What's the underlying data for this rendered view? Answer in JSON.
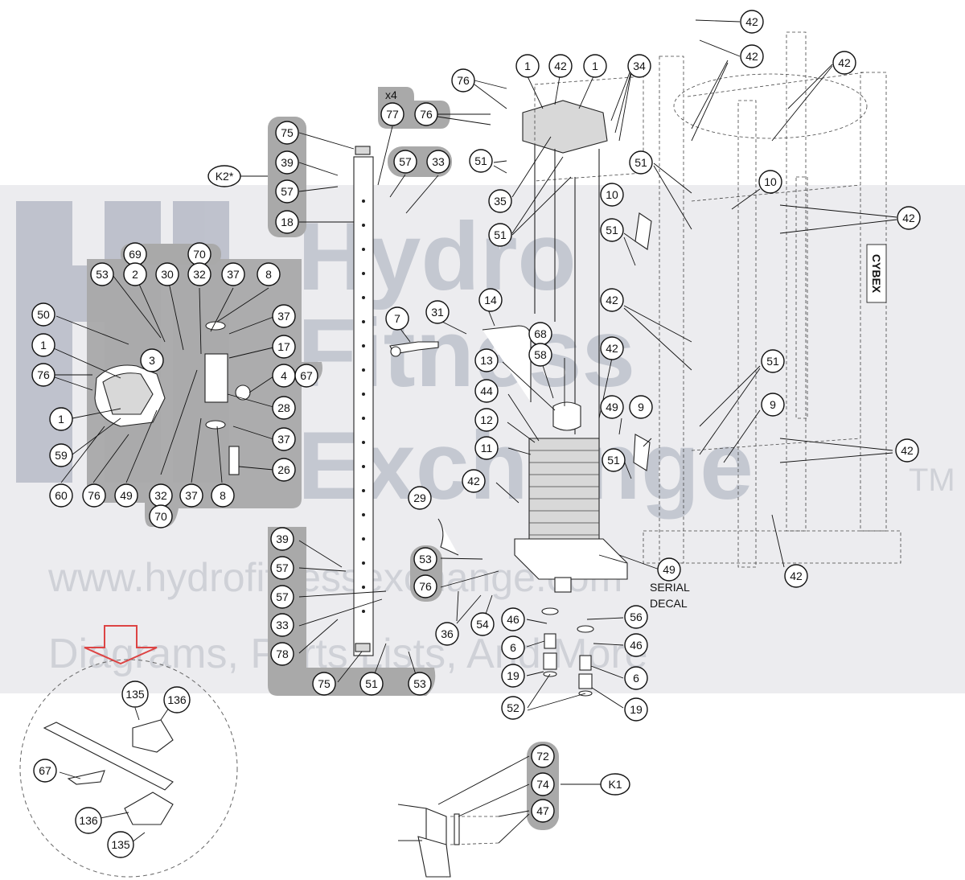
{
  "watermark": {
    "brand_line1": "Hydro",
    "brand_line2": "Fitness",
    "brand_line3": "Exchange",
    "trademark": "TM",
    "url": "www.hydrofitnessexchange.com",
    "tagline": "Diagrams, Parts Lists, And More"
  },
  "frame_logo": "CYBEX",
  "labels": {
    "serial_decal_line1": "SERIAL",
    "serial_decal_line2": "DECAL",
    "x4": "x4",
    "k2": "K2*",
    "k1": "K1"
  },
  "callouts": [
    {
      "id": "c1",
      "n": "42"
    },
    {
      "id": "c2",
      "n": "42"
    },
    {
      "id": "c3",
      "n": "42"
    },
    {
      "id": "c4",
      "n": "1"
    },
    {
      "id": "c5",
      "n": "42"
    },
    {
      "id": "c6",
      "n": "1"
    },
    {
      "id": "c7",
      "n": "34"
    },
    {
      "id": "c8",
      "n": "76"
    },
    {
      "id": "c9",
      "n": "77"
    },
    {
      "id": "c10",
      "n": "76"
    },
    {
      "id": "c11",
      "n": "75"
    },
    {
      "id": "c12",
      "n": "39"
    },
    {
      "id": "c13",
      "n": "57"
    },
    {
      "id": "c14",
      "n": "18"
    },
    {
      "id": "c15",
      "n": "57"
    },
    {
      "id": "c16",
      "n": "33"
    },
    {
      "id": "c17",
      "n": "51"
    },
    {
      "id": "c18",
      "n": "35"
    },
    {
      "id": "c19",
      "n": "51"
    },
    {
      "id": "c20",
      "n": "51"
    },
    {
      "id": "c21",
      "n": "10"
    },
    {
      "id": "c22",
      "n": "10"
    },
    {
      "id": "c23",
      "n": "42"
    },
    {
      "id": "c24",
      "n": "51"
    },
    {
      "id": "c25",
      "n": "69"
    },
    {
      "id": "c26",
      "n": "70"
    },
    {
      "id": "c27",
      "n": "53"
    },
    {
      "id": "c28",
      "n": "2"
    },
    {
      "id": "c29",
      "n": "30"
    },
    {
      "id": "c30",
      "n": "32"
    },
    {
      "id": "c31",
      "n": "37"
    },
    {
      "id": "c32",
      "n": "8"
    },
    {
      "id": "c33",
      "n": "50"
    },
    {
      "id": "c34",
      "n": "37"
    },
    {
      "id": "c35",
      "n": "1"
    },
    {
      "id": "c36",
      "n": "3"
    },
    {
      "id": "c37",
      "n": "17"
    },
    {
      "id": "c38",
      "n": "76"
    },
    {
      "id": "c39",
      "n": "4"
    },
    {
      "id": "c40",
      "n": "67"
    },
    {
      "id": "c41",
      "n": "28"
    },
    {
      "id": "c42",
      "n": "1"
    },
    {
      "id": "c43",
      "n": "37"
    },
    {
      "id": "c44",
      "n": "59"
    },
    {
      "id": "c45",
      "n": "26"
    },
    {
      "id": "c46",
      "n": "60"
    },
    {
      "id": "c47",
      "n": "76"
    },
    {
      "id": "c48",
      "n": "49"
    },
    {
      "id": "c49",
      "n": "32"
    },
    {
      "id": "c50",
      "n": "37"
    },
    {
      "id": "c51",
      "n": "8"
    },
    {
      "id": "c52",
      "n": "70"
    },
    {
      "id": "c53",
      "n": "7"
    },
    {
      "id": "c54",
      "n": "31"
    },
    {
      "id": "c55",
      "n": "14"
    },
    {
      "id": "c56",
      "n": "68"
    },
    {
      "id": "c57",
      "n": "58"
    },
    {
      "id": "c58",
      "n": "13"
    },
    {
      "id": "c59",
      "n": "42"
    },
    {
      "id": "c60",
      "n": "42"
    },
    {
      "id": "c61",
      "n": "51"
    },
    {
      "id": "c62",
      "n": "44"
    },
    {
      "id": "c63",
      "n": "49"
    },
    {
      "id": "c64",
      "n": "9"
    },
    {
      "id": "c65",
      "n": "9"
    },
    {
      "id": "c66",
      "n": "12"
    },
    {
      "id": "c67",
      "n": "11"
    },
    {
      "id": "c68",
      "n": "51"
    },
    {
      "id": "c69",
      "n": "42"
    },
    {
      "id": "c70",
      "n": "42"
    },
    {
      "id": "c71",
      "n": "29"
    },
    {
      "id": "c72",
      "n": "39"
    },
    {
      "id": "c73",
      "n": "57"
    },
    {
      "id": "c74",
      "n": "57"
    },
    {
      "id": "c75",
      "n": "33"
    },
    {
      "id": "c76",
      "n": "78"
    },
    {
      "id": "c77",
      "n": "75"
    },
    {
      "id": "c78",
      "n": "51"
    },
    {
      "id": "c79",
      "n": "53"
    },
    {
      "id": "c80",
      "n": "53"
    },
    {
      "id": "c81",
      "n": "76"
    },
    {
      "id": "c82",
      "n": "49"
    },
    {
      "id": "c83",
      "n": "42"
    },
    {
      "id": "c84",
      "n": "36"
    },
    {
      "id": "c85",
      "n": "54"
    },
    {
      "id": "c86",
      "n": "46"
    },
    {
      "id": "c87",
      "n": "56"
    },
    {
      "id": "c88",
      "n": "6"
    },
    {
      "id": "c89",
      "n": "46"
    },
    {
      "id": "c90",
      "n": "19"
    },
    {
      "id": "c91",
      "n": "6"
    },
    {
      "id": "c92",
      "n": "52"
    },
    {
      "id": "c93",
      "n": "19"
    },
    {
      "id": "c94",
      "n": "135"
    },
    {
      "id": "c95",
      "n": "136"
    },
    {
      "id": "c96",
      "n": "67"
    },
    {
      "id": "c97",
      "n": "136"
    },
    {
      "id": "c98",
      "n": "135"
    },
    {
      "id": "c99",
      "n": "72"
    },
    {
      "id": "c100",
      "n": "74"
    },
    {
      "id": "c101",
      "n": "47"
    }
  ]
}
